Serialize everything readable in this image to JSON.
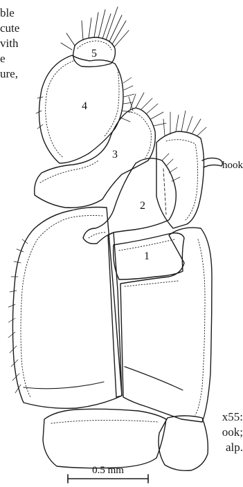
{
  "caption_left": [
    "ble",
    "cute",
    "vith",
    "e",
    "ure,",
    ""
  ],
  "caption_right": [
    "x55:",
    "ook;",
    "alp."
  ],
  "segment_labels": [
    "5",
    "4",
    "3",
    "2",
    "1"
  ],
  "hook_label": "hook",
  "scale_bar_label": "0.5 mm"
}
